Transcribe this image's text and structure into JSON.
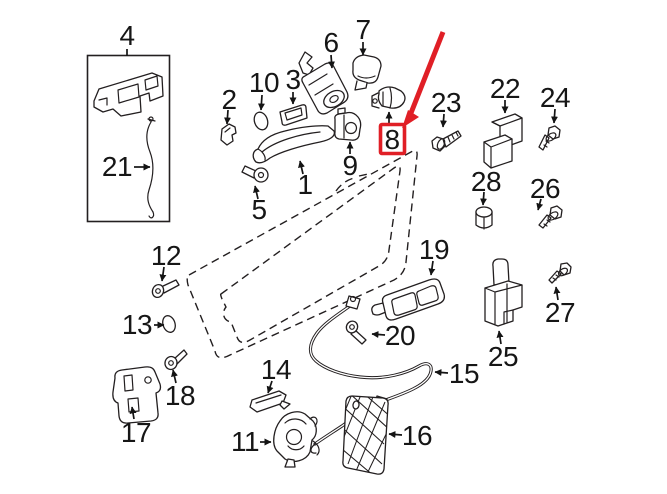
{
  "meta": {
    "title": "Exploded parts diagram - vehicle door lock and handle hardware",
    "background_color": "#ffffff",
    "line_color": "#231f20",
    "highlight_color": "#e01f26",
    "highlighted_callout": "8",
    "callout_count": 28
  },
  "callouts": [
    {
      "num": "1"
    },
    {
      "num": "2"
    },
    {
      "num": "3"
    },
    {
      "num": "4"
    },
    {
      "num": "5"
    },
    {
      "num": "6"
    },
    {
      "num": "7"
    },
    {
      "num": "8"
    },
    {
      "num": "9"
    },
    {
      "num": "10"
    },
    {
      "num": "11"
    },
    {
      "num": "12"
    },
    {
      "num": "13"
    },
    {
      "num": "14"
    },
    {
      "num": "15"
    },
    {
      "num": "16"
    },
    {
      "num": "17"
    },
    {
      "num": "18"
    },
    {
      "num": "19"
    },
    {
      "num": "20"
    },
    {
      "num": "21"
    },
    {
      "num": "22"
    },
    {
      "num": "23"
    },
    {
      "num": "24"
    },
    {
      "num": "25"
    },
    {
      "num": "26"
    },
    {
      "num": "27"
    },
    {
      "num": "28"
    }
  ]
}
